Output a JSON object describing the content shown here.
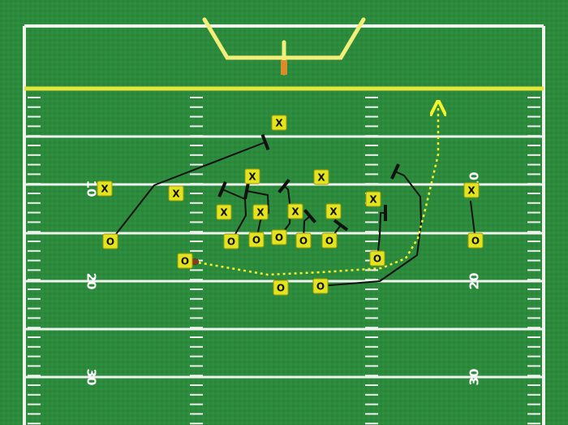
{
  "colors": {
    "turf": "#2c8a3c",
    "turf_dark": "#24782f",
    "lines": "#e9f1e9",
    "goal_line": "#e5e53a",
    "goalpost": "#f2ee78",
    "player_fill": "#e3e31e",
    "route": "#111111",
    "ball_path": "#f6f22c"
  },
  "field": {
    "yard_numbers": {
      "left_10": "10",
      "right_10": "10",
      "left_20": "20",
      "right_20": "20",
      "left_30": "30",
      "right_30": "30"
    }
  },
  "play": {
    "defense_symbol": "X",
    "offense_symbol": "O",
    "ball_carrier_symbol": "O"
  }
}
